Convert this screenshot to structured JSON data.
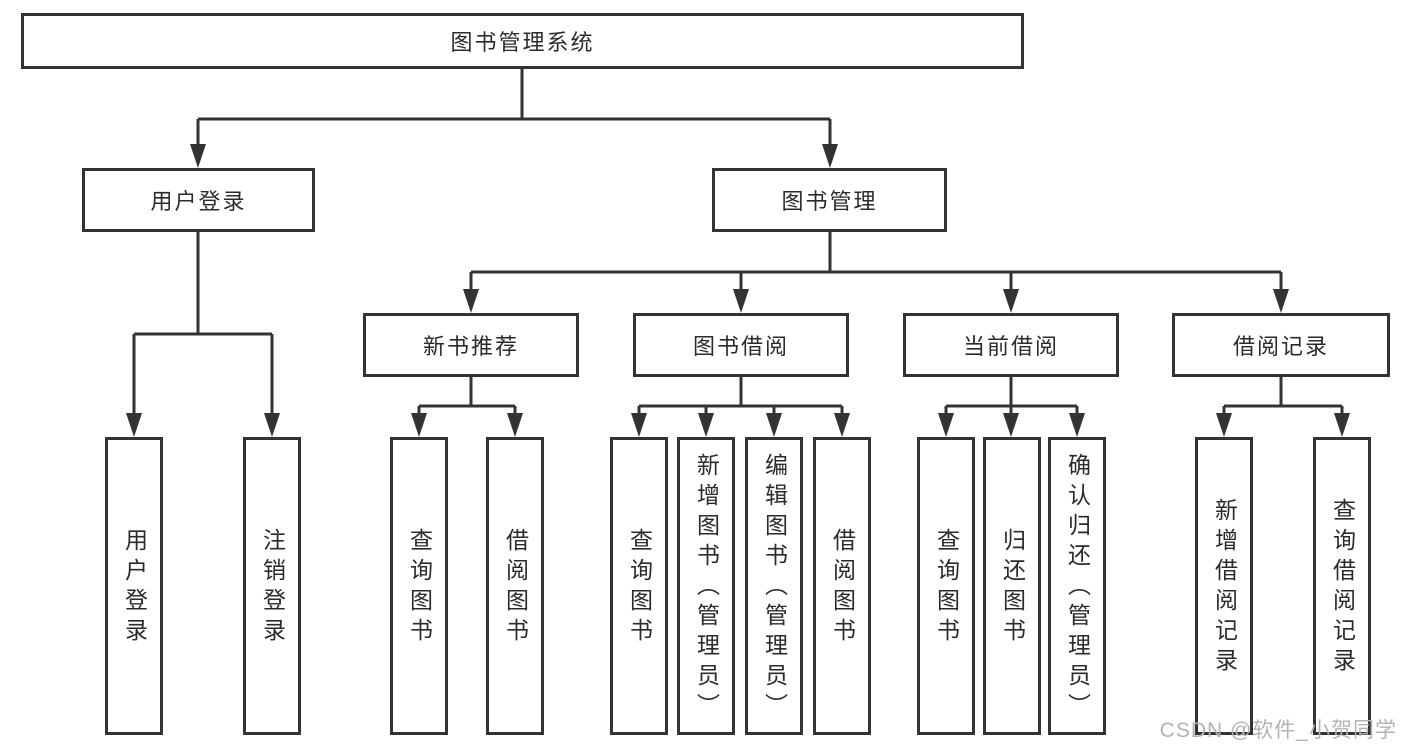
{
  "diagram": {
    "root": {
      "label": "图书管理系统"
    },
    "level2": [
      {
        "label": "用户登录"
      },
      {
        "label": "图书管理"
      }
    ],
    "level3": [
      {
        "label": "新书推荐"
      },
      {
        "label": "图书借阅"
      },
      {
        "label": "当前借阅"
      },
      {
        "label": "借阅记录"
      }
    ],
    "leaves": [
      {
        "label": "用户登录"
      },
      {
        "label": "注销登录"
      },
      {
        "label": "查询图书"
      },
      {
        "label": "借阅图书"
      },
      {
        "label": "查询图书"
      },
      {
        "label": "新增图书（管理员）"
      },
      {
        "label": "编辑图书（管理员）"
      },
      {
        "label": "借阅图书"
      },
      {
        "label": "查询图书"
      },
      {
        "label": "归还图书"
      },
      {
        "label": "确认归还（管理员）"
      },
      {
        "label": "新增借阅记录"
      },
      {
        "label": "查询借阅记录"
      }
    ]
  },
  "watermark": "CSDN @软件_小贺同学",
  "colors": {
    "line": "#333333",
    "text": "#2b2b2b",
    "watermark": "#b3b3b3"
  }
}
